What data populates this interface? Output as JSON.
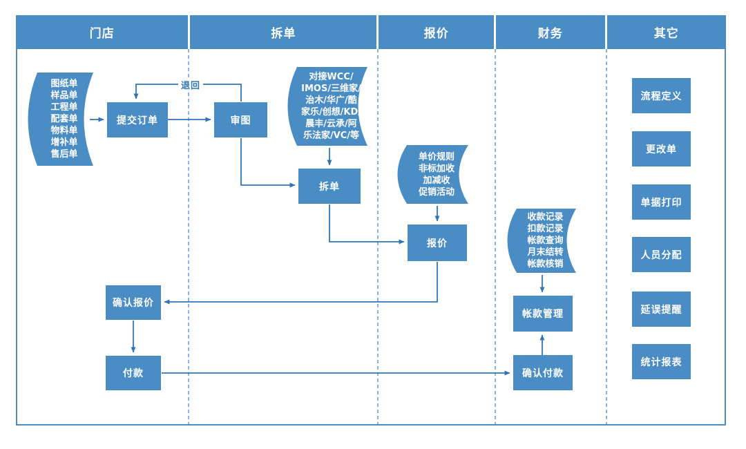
{
  "diagram": {
    "lanes": [
      {
        "label": "门店"
      },
      {
        "label": "拆单"
      },
      {
        "label": "报价"
      },
      {
        "label": "财务"
      },
      {
        "label": "其它"
      }
    ],
    "return_label": "退回",
    "nodes": {
      "doc_store": {
        "lines": [
          "图纸单",
          "样品单",
          "工程单",
          "配套单",
          "物料单",
          "增补单",
          "售后单"
        ]
      },
      "submit_order": {
        "label": "提交订单"
      },
      "review_drawing": {
        "label": "审图"
      },
      "doc_integration": {
        "lines": [
          "对接WCC/",
          "IMOS/三维家/",
          "治木/华广/酷",
          "家乐/创想/KD/",
          "晨丰/云承/阿",
          "乐法家/VC/等"
        ]
      },
      "split_order": {
        "label": "拆单"
      },
      "doc_pricing": {
        "lines": [
          "单价规则",
          "非标加收",
          "加减收",
          "促销活动"
        ]
      },
      "quote": {
        "label": "报价"
      },
      "doc_finance": {
        "lines": [
          "收款记录",
          "扣款记录",
          "帐款查询",
          "月末结转",
          "帐款核销"
        ]
      },
      "account_mgmt": {
        "label": "帐款管理"
      },
      "confirm_payment": {
        "label": "确认付款"
      },
      "confirm_quote": {
        "label": "确认报价"
      },
      "payment": {
        "label": "付款"
      },
      "others": [
        "流程定义",
        "更改单",
        "单据打印",
        "人员分配",
        "延误提醒",
        "统计报表"
      ]
    },
    "colors": {
      "shape_fill": "#4A8CC4",
      "connector": "#2E75B6",
      "lane_dash": "#5095D6",
      "text": "#FFFFFF"
    }
  }
}
